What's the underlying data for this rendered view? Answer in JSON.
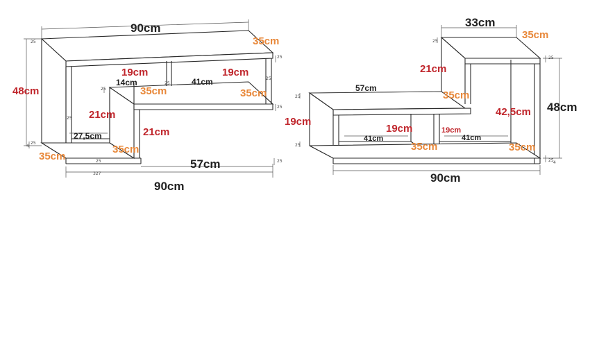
{
  "left_view": {
    "width_top": "90cm",
    "depth_top_right": "35cm",
    "height_total": "48cm",
    "shelf_top_left_height": "19cm",
    "shelf_top_right_height": "19cm",
    "top_inner_width": "41cm",
    "small_top_depth": "14cm",
    "mid_depth_left": "35cm",
    "mid_depth_right": "35cm",
    "left_cell_height": "21cm",
    "right_cell_height": "21cm",
    "left_cell_width": "27,5cm",
    "bottom_depth_center": "35cm",
    "bottom_depth_left": "35cm",
    "lower_width": "57cm",
    "width_bottom": "90cm",
    "thickness_labels": [
      "25",
      "25",
      "25",
      "25",
      "25",
      "25",
      "25",
      "25",
      "25",
      "25",
      "4"
    ],
    "inner_bottom_dim": "327"
  },
  "right_view": {
    "top_width": "33cm",
    "top_depth": "35cm",
    "upper_height": "21cm",
    "upper_depth": "35cm",
    "mid_width": "57cm",
    "height_total": "48cm",
    "tall_cell_height": "42,5cm",
    "left_height": "19cm",
    "center_cell_height": "19cm",
    "right_cell_height": "19cm",
    "left_inner_width": "41cm",
    "right_inner_width": "41cm",
    "bottom_depth_center": "35cm",
    "bottom_depth_right": "35cm",
    "width_bottom": "90cm",
    "thickness_labels": [
      "25",
      "25",
      "25",
      "25",
      "25",
      "4"
    ]
  }
}
